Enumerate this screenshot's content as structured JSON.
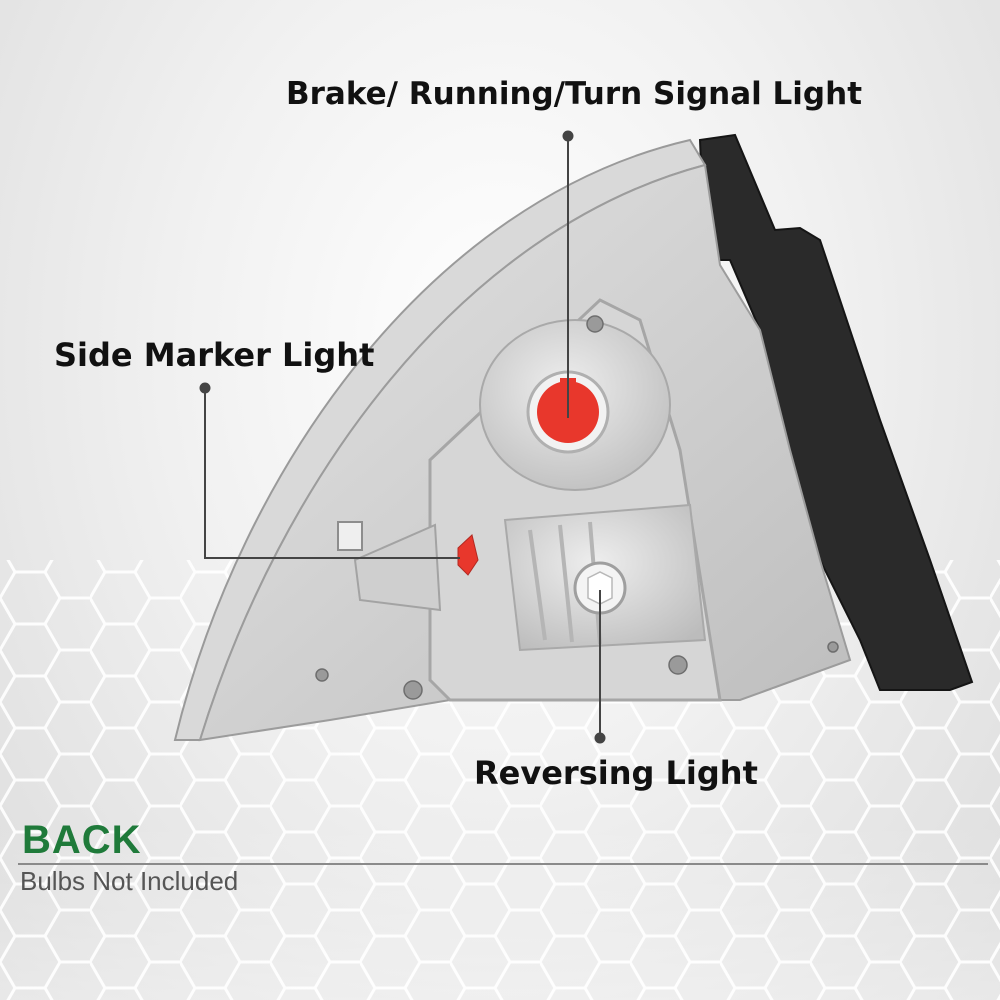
{
  "callouts": {
    "brake": "Brake/ Running/Turn Signal Light",
    "side_marker": "Side Marker Light",
    "reversing": "Reversing Light"
  },
  "footer": {
    "title": "BACK",
    "subtitle": "Bulbs Not Included"
  },
  "colors": {
    "accent_green": "#1f7a3a",
    "socket_red": "#e8372c",
    "housing_gray": "#c9c9c9",
    "gasket_black": "#2a2a2a"
  }
}
